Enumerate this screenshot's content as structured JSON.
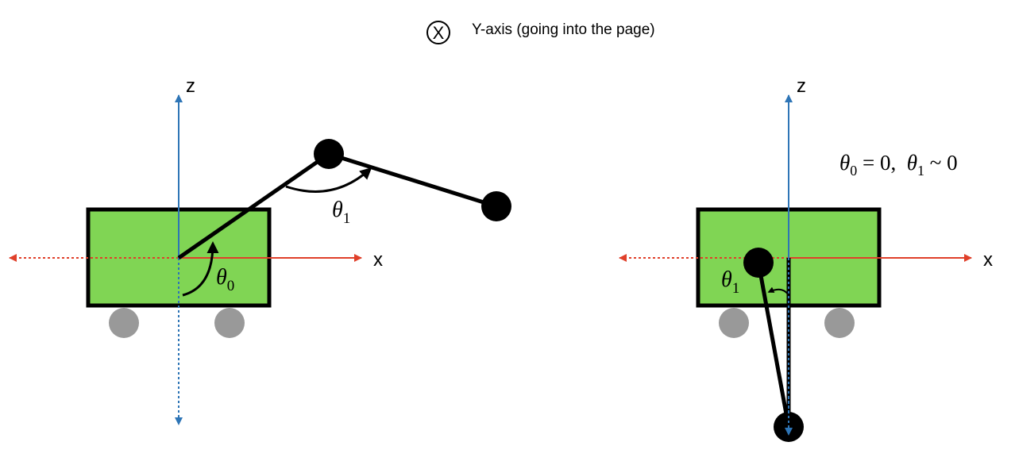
{
  "legend": {
    "symbol": "X",
    "text": "Y-axis (going into the page)"
  },
  "left_panel": {
    "z_label": "z",
    "x_label": "x",
    "theta0_base": "θ",
    "theta0_sub": "0",
    "theta1_base": "θ",
    "theta1_sub": "1"
  },
  "right_panel": {
    "z_label": "z",
    "x_label": "x",
    "theta1_base": "θ",
    "theta1_sub": "1",
    "eq_theta0_base": "θ",
    "eq_theta0_sub": "0",
    "eq_part1": " = 0,  ",
    "eq_theta1_base": "θ",
    "eq_theta1_sub": "1",
    "eq_part2": " ~ 0"
  },
  "colors": {
    "cart_fill": "#80d554",
    "x_axis": "#e0402a",
    "z_axis": "#2e75b6",
    "wheel": "#999999",
    "link": "#000000"
  }
}
